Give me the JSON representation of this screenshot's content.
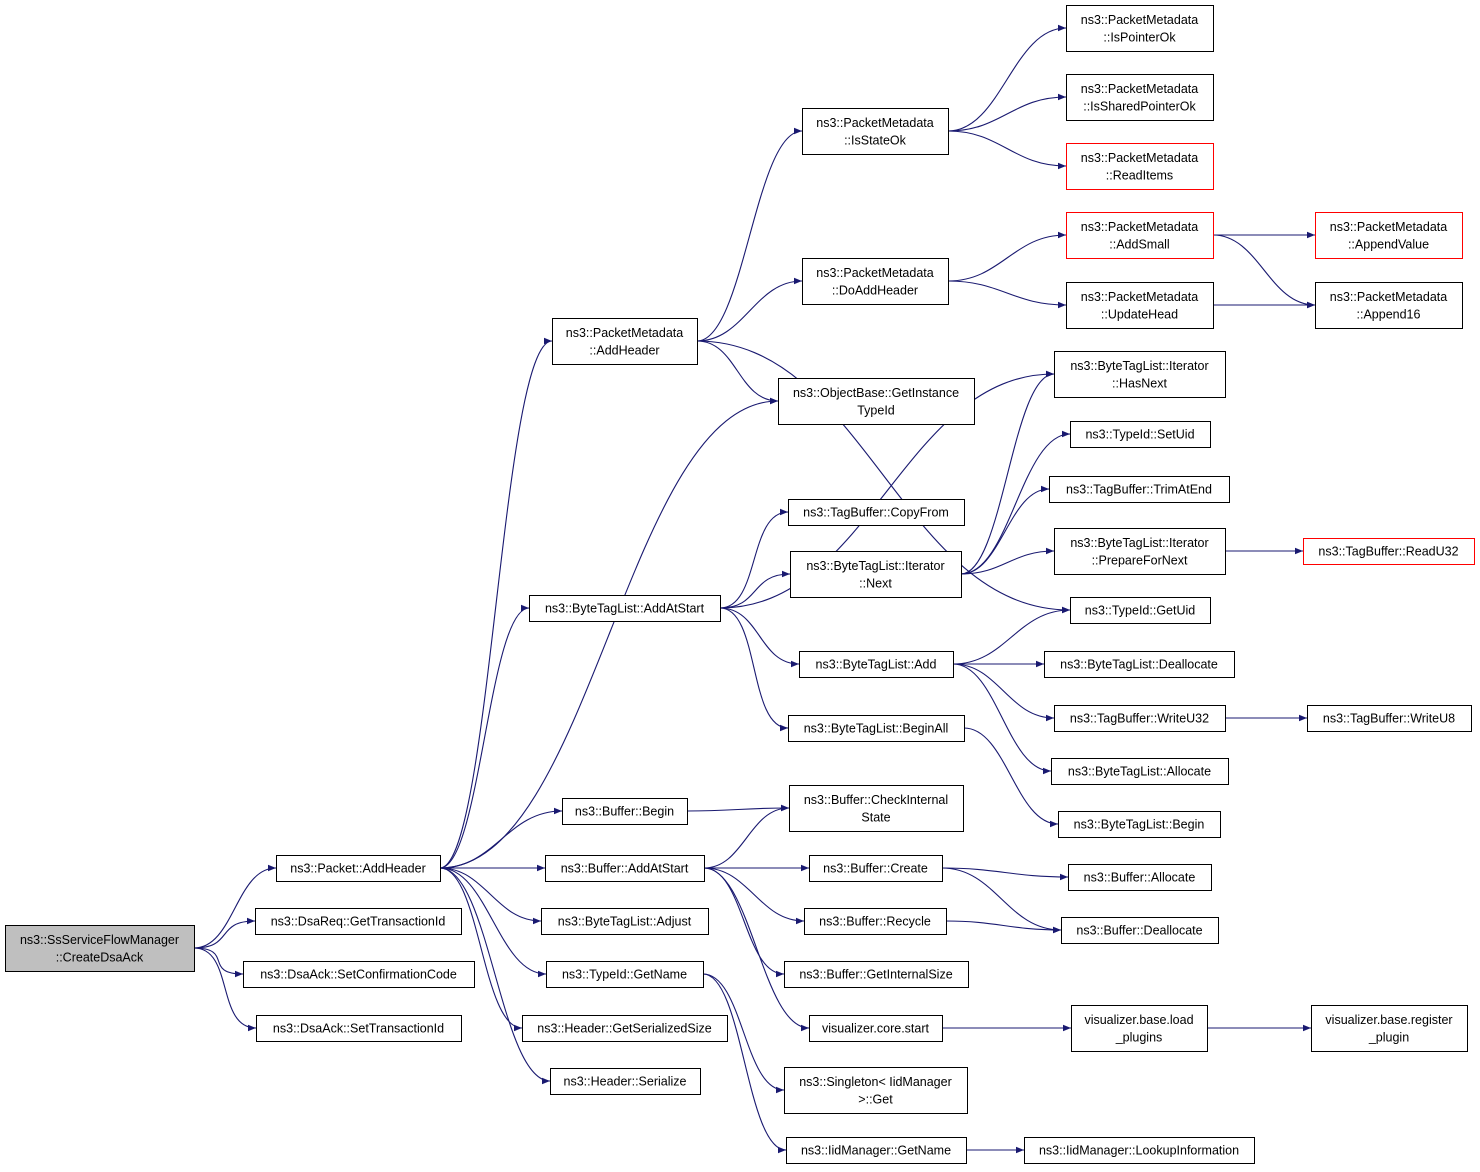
{
  "colors": {
    "edge": "#191970",
    "box_border": "#000000",
    "highlight_border": "#ff0000",
    "root_fill": "#bfbfbf",
    "box_fill": "#ffffff"
  },
  "nodes": [
    {
      "id": "root",
      "lines": [
        "ns3::SsServiceFlowManager",
        "::CreateDsaAck"
      ],
      "style": "root"
    },
    {
      "id": "pkt_addheader",
      "lines": [
        "ns3::Packet::AddHeader"
      ],
      "style": "normal"
    },
    {
      "id": "dsareq_gettid",
      "lines": [
        "ns3::DsaReq::GetTransactionId"
      ],
      "style": "normal"
    },
    {
      "id": "dsaack_setconf",
      "lines": [
        "ns3::DsaAck::SetConfirmationCode"
      ],
      "style": "normal"
    },
    {
      "id": "dsaack_settid",
      "lines": [
        "ns3::DsaAck::SetTransactionId"
      ],
      "style": "normal"
    },
    {
      "id": "pm_addheader",
      "lines": [
        "ns3::PacketMetadata",
        "::AddHeader"
      ],
      "style": "normal"
    },
    {
      "id": "btl_addatstart",
      "lines": [
        "ns3::ByteTagList::AddAtStart"
      ],
      "style": "normal"
    },
    {
      "id": "buf_begin",
      "lines": [
        "ns3::Buffer::Begin"
      ],
      "style": "normal"
    },
    {
      "id": "buf_addatstart",
      "lines": [
        "ns3::Buffer::AddAtStart"
      ],
      "style": "normal"
    },
    {
      "id": "btl_adjust",
      "lines": [
        "ns3::ByteTagList::Adjust"
      ],
      "style": "normal"
    },
    {
      "id": "typeid_getname",
      "lines": [
        "ns3::TypeId::GetName"
      ],
      "style": "normal"
    },
    {
      "id": "header_getsersize",
      "lines": [
        "ns3::Header::GetSerializedSize"
      ],
      "style": "normal"
    },
    {
      "id": "header_serialize",
      "lines": [
        "ns3::Header::Serialize"
      ],
      "style": "normal"
    },
    {
      "id": "pm_isstateok",
      "lines": [
        "ns3::PacketMetadata",
        "::IsStateOk"
      ],
      "style": "normal"
    },
    {
      "id": "pm_doaddheader",
      "lines": [
        "ns3::PacketMetadata",
        "::DoAddHeader"
      ],
      "style": "normal"
    },
    {
      "id": "ob_getinstance",
      "lines": [
        "ns3::ObjectBase::GetInstance",
        "TypeId"
      ],
      "style": "normal"
    },
    {
      "id": "tb_copyfrom",
      "lines": [
        "ns3::TagBuffer::CopyFrom"
      ],
      "style": "normal"
    },
    {
      "id": "btli_next",
      "lines": [
        "ns3::ByteTagList::Iterator",
        "::Next"
      ],
      "style": "normal"
    },
    {
      "id": "btl_add",
      "lines": [
        "ns3::ByteTagList::Add"
      ],
      "style": "normal"
    },
    {
      "id": "btl_beginall",
      "lines": [
        "ns3::ByteTagList::BeginAll"
      ],
      "style": "normal"
    },
    {
      "id": "buf_checkinternal",
      "lines": [
        "ns3::Buffer::CheckInternal",
        "State"
      ],
      "style": "normal"
    },
    {
      "id": "buf_create",
      "lines": [
        "ns3::Buffer::Create"
      ],
      "style": "normal"
    },
    {
      "id": "buf_recycle",
      "lines": [
        "ns3::Buffer::Recycle"
      ],
      "style": "normal"
    },
    {
      "id": "buf_getinternalsize",
      "lines": [
        "ns3::Buffer::GetInternalSize"
      ],
      "style": "normal"
    },
    {
      "id": "vis_core_start",
      "lines": [
        "visualizer.core.start"
      ],
      "style": "normal"
    },
    {
      "id": "singleton_get",
      "lines": [
        "ns3::Singleton< IidManager",
        ">::Get"
      ],
      "style": "normal"
    },
    {
      "id": "iid_getname",
      "lines": [
        "ns3::IidManager::GetName"
      ],
      "style": "normal"
    },
    {
      "id": "pm_ispointerok",
      "lines": [
        "ns3::PacketMetadata",
        "::IsPointerOk"
      ],
      "style": "normal"
    },
    {
      "id": "pm_issharedpointerok",
      "lines": [
        "ns3::PacketMetadata",
        "::IsSharedPointerOk"
      ],
      "style": "normal"
    },
    {
      "id": "pm_readitems",
      "lines": [
        "ns3::PacketMetadata",
        "::ReadItems"
      ],
      "style": "highlight"
    },
    {
      "id": "pm_addsmall",
      "lines": [
        "ns3::PacketMetadata",
        "::AddSmall"
      ],
      "style": "highlight"
    },
    {
      "id": "pm_updatehead",
      "lines": [
        "ns3::PacketMetadata",
        "::UpdateHead"
      ],
      "style": "normal"
    },
    {
      "id": "pm_appendvalue",
      "lines": [
        "ns3::PacketMetadata",
        "::AppendValue"
      ],
      "style": "highlight"
    },
    {
      "id": "pm_append16",
      "lines": [
        "ns3::PacketMetadata",
        "::Append16"
      ],
      "style": "normal"
    },
    {
      "id": "btli_hasnext",
      "lines": [
        "ns3::ByteTagList::Iterator",
        "::HasNext"
      ],
      "style": "normal"
    },
    {
      "id": "typeid_setuid",
      "lines": [
        "ns3::TypeId::SetUid"
      ],
      "style": "normal"
    },
    {
      "id": "tb_trimatend",
      "lines": [
        "ns3::TagBuffer::TrimAtEnd"
      ],
      "style": "normal"
    },
    {
      "id": "btli_preparefornext",
      "lines": [
        "ns3::ByteTagList::Iterator",
        "::PrepareForNext"
      ],
      "style": "normal"
    },
    {
      "id": "tb_readu32",
      "lines": [
        "ns3::TagBuffer::ReadU32"
      ],
      "style": "highlight"
    },
    {
      "id": "typeid_getuid",
      "lines": [
        "ns3::TypeId::GetUid"
      ],
      "style": "normal"
    },
    {
      "id": "btl_deallocate",
      "lines": [
        "ns3::ByteTagList::Deallocate"
      ],
      "style": "normal"
    },
    {
      "id": "tb_writeu32",
      "lines": [
        "ns3::TagBuffer::WriteU32"
      ],
      "style": "normal"
    },
    {
      "id": "tb_writeu8",
      "lines": [
        "ns3::TagBuffer::WriteU8"
      ],
      "style": "normal"
    },
    {
      "id": "btl_allocate",
      "lines": [
        "ns3::ByteTagList::Allocate"
      ],
      "style": "normal"
    },
    {
      "id": "btl_begin",
      "lines": [
        "ns3::ByteTagList::Begin"
      ],
      "style": "normal"
    },
    {
      "id": "buf_allocate",
      "lines": [
        "ns3::Buffer::Allocate"
      ],
      "style": "normal"
    },
    {
      "id": "buf_deallocate",
      "lines": [
        "ns3::Buffer::Deallocate"
      ],
      "style": "normal"
    },
    {
      "id": "vis_load_plugins",
      "lines": [
        "visualizer.base.load",
        "_plugins"
      ],
      "style": "normal"
    },
    {
      "id": "vis_register_plugin",
      "lines": [
        "visualizer.base.register",
        "_plugin"
      ],
      "style": "normal"
    },
    {
      "id": "iid_lookupinfo",
      "lines": [
        "ns3::IidManager::LookupInformation"
      ],
      "style": "normal"
    }
  ],
  "edges": [
    [
      "root",
      "pkt_addheader"
    ],
    [
      "root",
      "dsareq_gettid"
    ],
    [
      "root",
      "dsaack_setconf"
    ],
    [
      "root",
      "dsaack_settid"
    ],
    [
      "pkt_addheader",
      "pm_addheader"
    ],
    [
      "pkt_addheader",
      "ob_getinstance"
    ],
    [
      "pkt_addheader",
      "btl_addatstart"
    ],
    [
      "pkt_addheader",
      "buf_begin"
    ],
    [
      "pkt_addheader",
      "buf_addatstart"
    ],
    [
      "pkt_addheader",
      "btl_adjust"
    ],
    [
      "pkt_addheader",
      "typeid_getname"
    ],
    [
      "pkt_addheader",
      "header_getsersize"
    ],
    [
      "pkt_addheader",
      "header_serialize"
    ],
    [
      "pm_addheader",
      "pm_isstateok"
    ],
    [
      "pm_addheader",
      "pm_doaddheader"
    ],
    [
      "pm_addheader",
      "ob_getinstance"
    ],
    [
      "pm_addheader",
      "typeid_getuid"
    ],
    [
      "pm_isstateok",
      "pm_ispointerok"
    ],
    [
      "pm_isstateok",
      "pm_issharedpointerok"
    ],
    [
      "pm_isstateok",
      "pm_readitems"
    ],
    [
      "pm_doaddheader",
      "pm_addsmall"
    ],
    [
      "pm_doaddheader",
      "pm_updatehead"
    ],
    [
      "pm_addsmall",
      "pm_appendvalue"
    ],
    [
      "pm_addsmall",
      "pm_append16"
    ],
    [
      "pm_updatehead",
      "pm_append16"
    ],
    [
      "btl_addatstart",
      "btli_hasnext"
    ],
    [
      "btl_addatstart",
      "tb_copyfrom"
    ],
    [
      "btl_addatstart",
      "btli_next"
    ],
    [
      "btl_addatstart",
      "btl_add"
    ],
    [
      "btl_addatstart",
      "btl_beginall"
    ],
    [
      "btli_next",
      "btli_hasnext"
    ],
    [
      "btli_next",
      "typeid_setuid"
    ],
    [
      "btli_next",
      "tb_trimatend"
    ],
    [
      "btli_next",
      "btli_preparefornext"
    ],
    [
      "btli_preparefornext",
      "tb_readu32"
    ],
    [
      "btl_add",
      "typeid_getuid"
    ],
    [
      "btl_add",
      "btl_deallocate"
    ],
    [
      "btl_add",
      "tb_writeu32"
    ],
    [
      "btl_add",
      "btl_allocate"
    ],
    [
      "tb_writeu32",
      "tb_writeu8"
    ],
    [
      "btl_beginall",
      "btl_begin"
    ],
    [
      "buf_begin",
      "buf_checkinternal"
    ],
    [
      "buf_addatstart",
      "buf_checkinternal"
    ],
    [
      "buf_addatstart",
      "buf_create"
    ],
    [
      "buf_addatstart",
      "buf_recycle"
    ],
    [
      "buf_addatstart",
      "buf_getinternalsize"
    ],
    [
      "buf_addatstart",
      "vis_core_start"
    ],
    [
      "buf_create",
      "buf_allocate"
    ],
    [
      "buf_create",
      "buf_deallocate"
    ],
    [
      "buf_recycle",
      "buf_deallocate"
    ],
    [
      "vis_core_start",
      "vis_load_plugins"
    ],
    [
      "vis_load_plugins",
      "vis_register_plugin"
    ],
    [
      "typeid_getname",
      "singleton_get"
    ],
    [
      "typeid_getname",
      "iid_getname"
    ],
    [
      "iid_getname",
      "iid_lookupinfo"
    ]
  ]
}
